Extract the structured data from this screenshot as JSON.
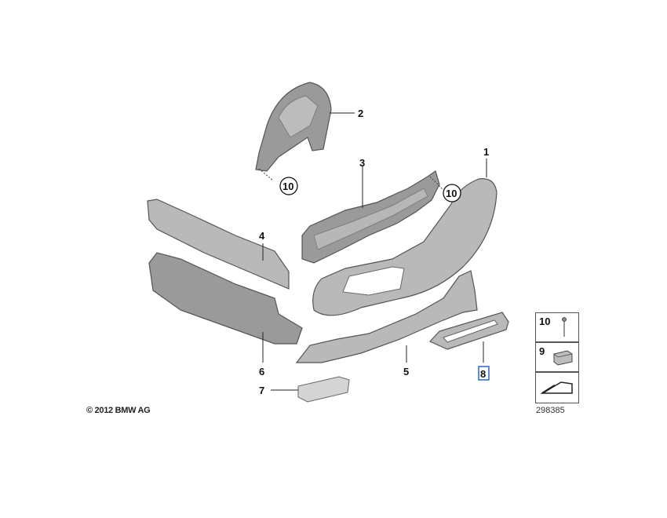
{
  "copyright": "© 2012 BMW AG",
  "diagram_id": "298385",
  "callouts": [
    {
      "id": "callout-1",
      "label": "1"
    },
    {
      "id": "callout-2",
      "label": "2"
    },
    {
      "id": "callout-3",
      "label": "3"
    },
    {
      "id": "callout-4",
      "label": "4"
    },
    {
      "id": "callout-5",
      "label": "5"
    },
    {
      "id": "callout-6",
      "label": "6"
    },
    {
      "id": "callout-7",
      "label": "7"
    },
    {
      "id": "callout-8",
      "label": "8"
    }
  ],
  "circle_callouts": [
    {
      "id": "circle-10-a",
      "label": "10"
    },
    {
      "id": "circle-10-b",
      "label": "10"
    }
  ],
  "legend": [
    {
      "label": "10",
      "icon": "screw-icon"
    },
    {
      "label": "9",
      "icon": "clip-icon"
    },
    {
      "label": "",
      "icon": "arrow-wedge-icon"
    }
  ],
  "colors": {
    "part_fill": "#b9b9b9",
    "part_dark": "#9a9a9a",
    "highlight": "#2a66c8"
  }
}
